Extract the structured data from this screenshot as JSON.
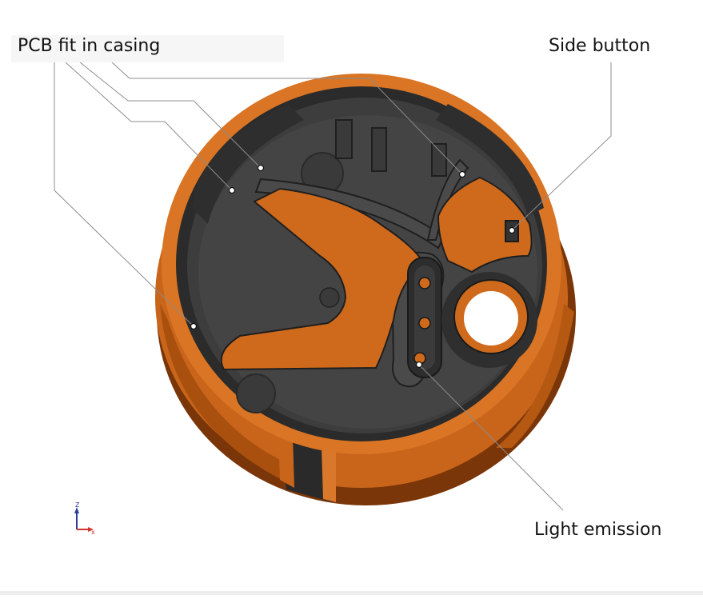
{
  "callouts": {
    "pcb_fit": "PCB fit in casing",
    "side_button": "Side button",
    "light_emission": "Light emission"
  },
  "axis_triad": {
    "z_label": "Z",
    "x_label": "x"
  },
  "colors": {
    "casing_orange": "#cf6a1c",
    "casing_orange_dark": "#8a3d0a",
    "inner_gray": "#3b3b3b",
    "inner_gray_dark": "#262626",
    "leader_line": "#8c8c8c",
    "z_axis": "#2b3d9a",
    "x_axis": "#d0342c"
  }
}
